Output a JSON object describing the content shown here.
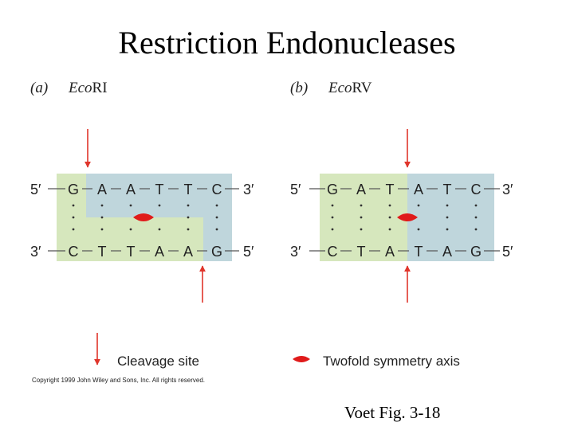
{
  "title": "Restriction Endonucleases",
  "panels": [
    {
      "label": "(a)",
      "enzyme_prefix": "Eco",
      "enzyme_suffix": "RI",
      "top_strand": [
        "G",
        "A",
        "A",
        "T",
        "T",
        "C"
      ],
      "bottom_strand": [
        "C",
        "T",
        "T",
        "A",
        "A",
        "G"
      ],
      "top_left_end": "5′",
      "top_right_end": "3′",
      "bottom_left_end": "3′",
      "bottom_right_end": "5′"
    },
    {
      "label": "(b)",
      "enzyme_prefix": "Eco",
      "enzyme_suffix": "RV",
      "top_strand": [
        "G",
        "A",
        "T",
        "A",
        "T",
        "C"
      ],
      "bottom_strand": [
        "C",
        "T",
        "A",
        "T",
        "A",
        "G"
      ],
      "top_left_end": "5′",
      "top_right_end": "3′",
      "bottom_left_end": "3′",
      "bottom_right_end": "5′"
    }
  ],
  "legend": {
    "cleavage_label": "Cleavage site",
    "symmetry_label": "Twofold symmetry axis"
  },
  "copyright": "Copyright 1999 John Wiley and Sons, Inc. All rights reserved.",
  "footer": "Voet Fig. 3-18",
  "colors": {
    "green_region": "#d6e7bd",
    "blue_region": "#bfd6dc",
    "arrow": "#e0352b",
    "symmetry": "#e01b1b",
    "text": "#222222",
    "line": "#555555"
  }
}
